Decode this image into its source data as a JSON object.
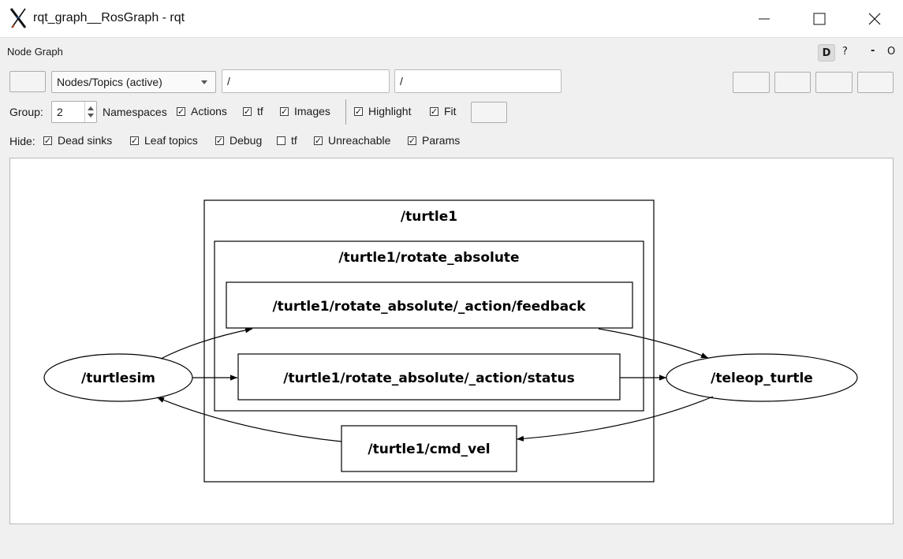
{
  "window": {
    "title": "rqt_graph__RosGraph - rqt",
    "minimize_icon": "minimize-icon",
    "maximize_icon": "maximize-icon",
    "close_icon": "close-icon"
  },
  "plugin": {
    "title": "Node Graph",
    "dock_d": "D",
    "help": "?",
    "minimize": "-",
    "close": "O"
  },
  "toolbar": {
    "graph_mode": "Nodes/Topics (active)",
    "node_filter": "/",
    "topic_filter": "/"
  },
  "options": {
    "group_label": "Group:",
    "group_value": "2",
    "namespaces_label": "Namespaces",
    "actions": {
      "label": "Actions",
      "checked": true
    },
    "tf": {
      "label": "tf",
      "checked": true
    },
    "images": {
      "label": "Images",
      "checked": true
    },
    "highlight": {
      "label": "Highlight",
      "checked": true
    },
    "fit": {
      "label": "Fit",
      "checked": true
    }
  },
  "hide": {
    "label": "Hide:",
    "dead_sinks": {
      "label": "Dead sinks",
      "checked": true
    },
    "leaf_topics": {
      "label": "Leaf topics",
      "checked": true
    },
    "debug": {
      "label": "Debug",
      "checked": true
    },
    "tf": {
      "label": "tf",
      "checked": false
    },
    "unreachable": {
      "label": "Unreachable",
      "checked": true
    },
    "params": {
      "label": "Params",
      "checked": true
    }
  },
  "graph": {
    "namespaces": [
      "/turtle1",
      "/turtle1/rotate_absolute"
    ],
    "nodes": [
      "/turtlesim",
      "/teleop_turtle"
    ],
    "topics": [
      "/turtle1/rotate_absolute/_action/feedback",
      "/turtle1/rotate_absolute/_action/status",
      "/turtle1/cmd_vel"
    ],
    "edges": [
      [
        "/turtlesim",
        "/turtle1/rotate_absolute/_action/feedback"
      ],
      [
        "/turtlesim",
        "/turtle1/rotate_absolute/_action/status"
      ],
      [
        "/turtle1/rotate_absolute/_action/feedback",
        "/teleop_turtle"
      ],
      [
        "/turtle1/rotate_absolute/_action/status",
        "/teleop_turtle"
      ],
      [
        "/teleop_turtle",
        "/turtle1/cmd_vel"
      ],
      [
        "/turtle1/cmd_vel",
        "/turtlesim"
      ]
    ]
  },
  "check_mark": "✓"
}
